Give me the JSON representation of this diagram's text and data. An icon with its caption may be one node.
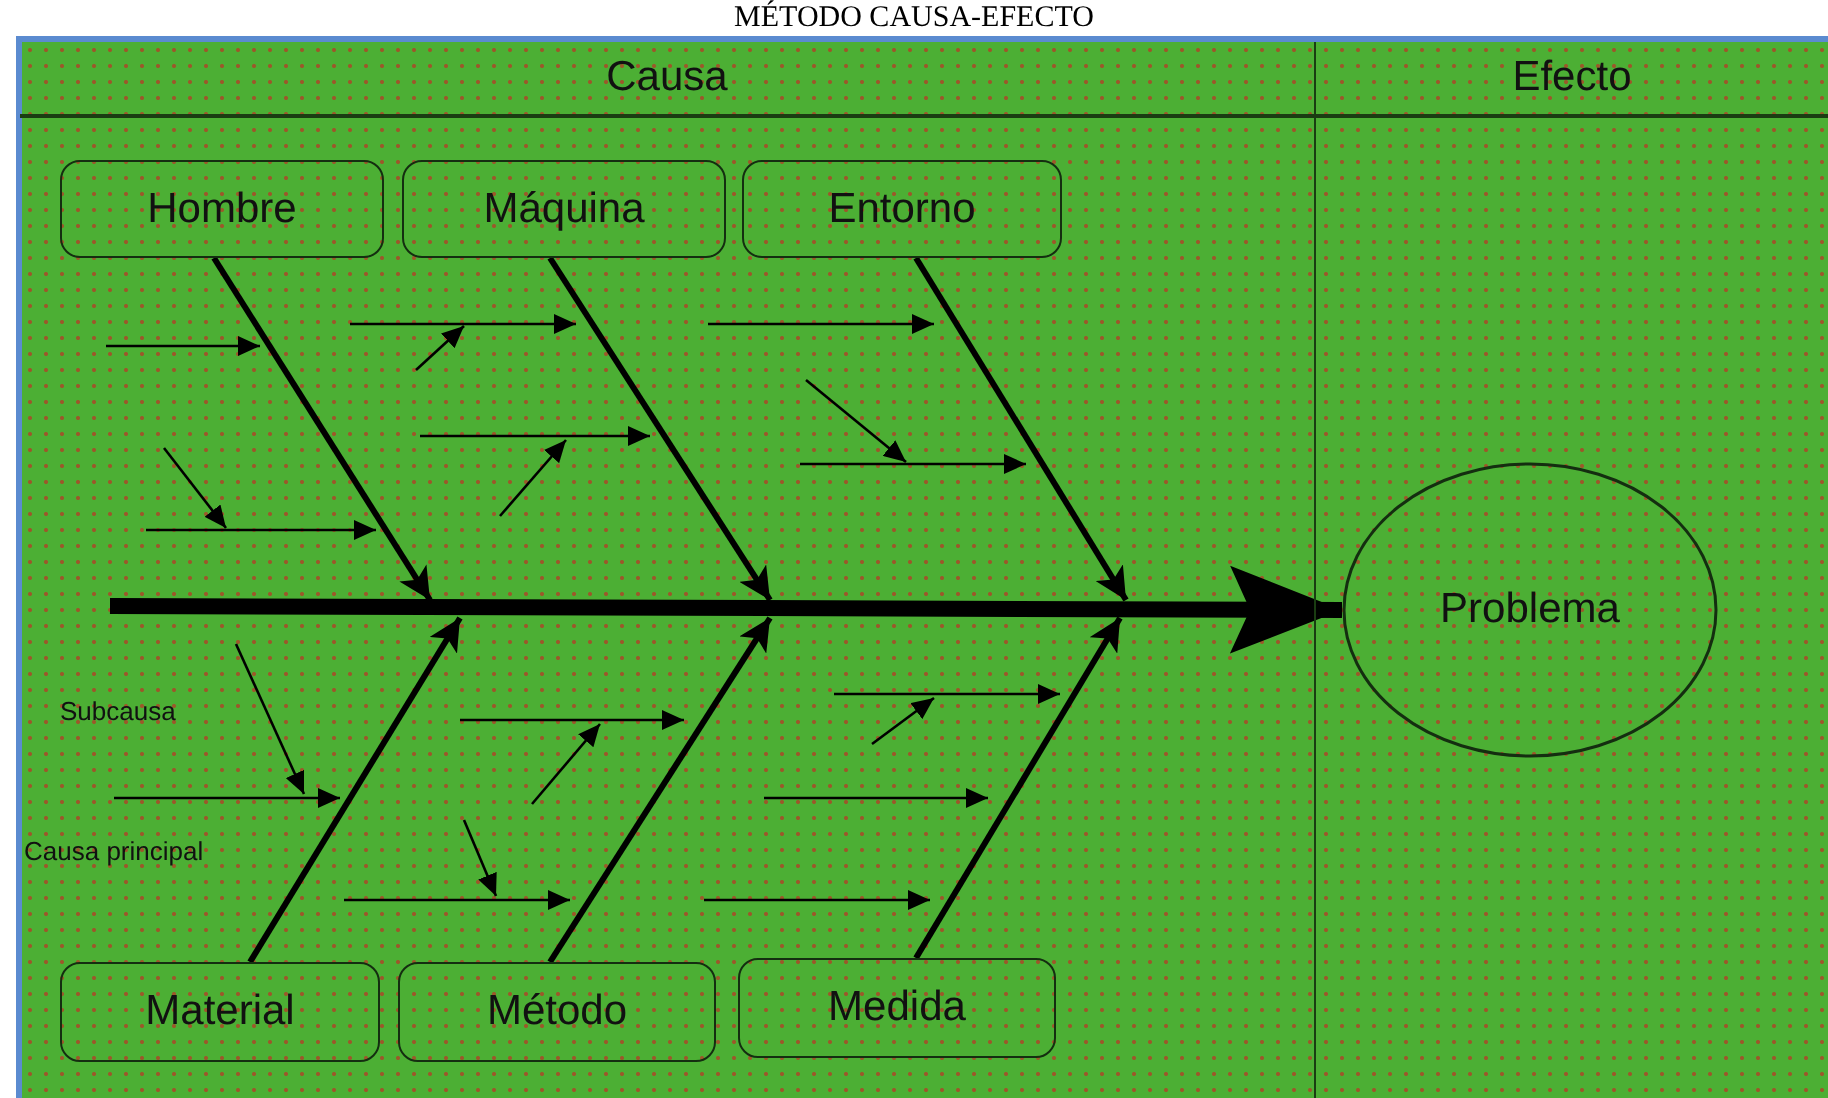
{
  "diagram": {
    "title": "MÉTODO CAUSA-EFECTO",
    "nodes": [
      {
        "text": [
          "Causa"
        ]
      },
      {
        "text": [
          "Efecto"
        ]
      },
      {
        "text": [
          "Hombre"
        ],
        "in": 0
      },
      {
        "text": [
          "Máquina"
        ],
        "in": 0
      },
      {
        "text": [
          "Entorno"
        ],
        "in": 0
      },
      {
        "text": [
          "Material"
        ],
        "in": 0
      },
      {
        "text": [
          "Método"
        ],
        "in": 0
      },
      {
        "text": [
          "Medida"
        ],
        "in": 0
      },
      {
        "text": [
          "Problema"
        ],
        "in": 1
      }
    ],
    "edges": [
      {
        "from": 2,
        "to": null,
        "arrow": "to"
      },
      {
        "from": 3,
        "to": null,
        "arrow": "to"
      },
      {
        "from": 4,
        "to": null,
        "arrow": "to"
      },
      {
        "from": 5,
        "to": null,
        "arrow": "to"
      },
      {
        "from": 6,
        "to": null,
        "arrow": "to"
      },
      {
        "from": 7,
        "to": null,
        "arrow": "to"
      },
      {
        "from": null,
        "to": 8,
        "arrow": "to",
        "style": "thick"
      }
    ],
    "labels": [
      "Subcausa",
      "Causa principal"
    ]
  }
}
